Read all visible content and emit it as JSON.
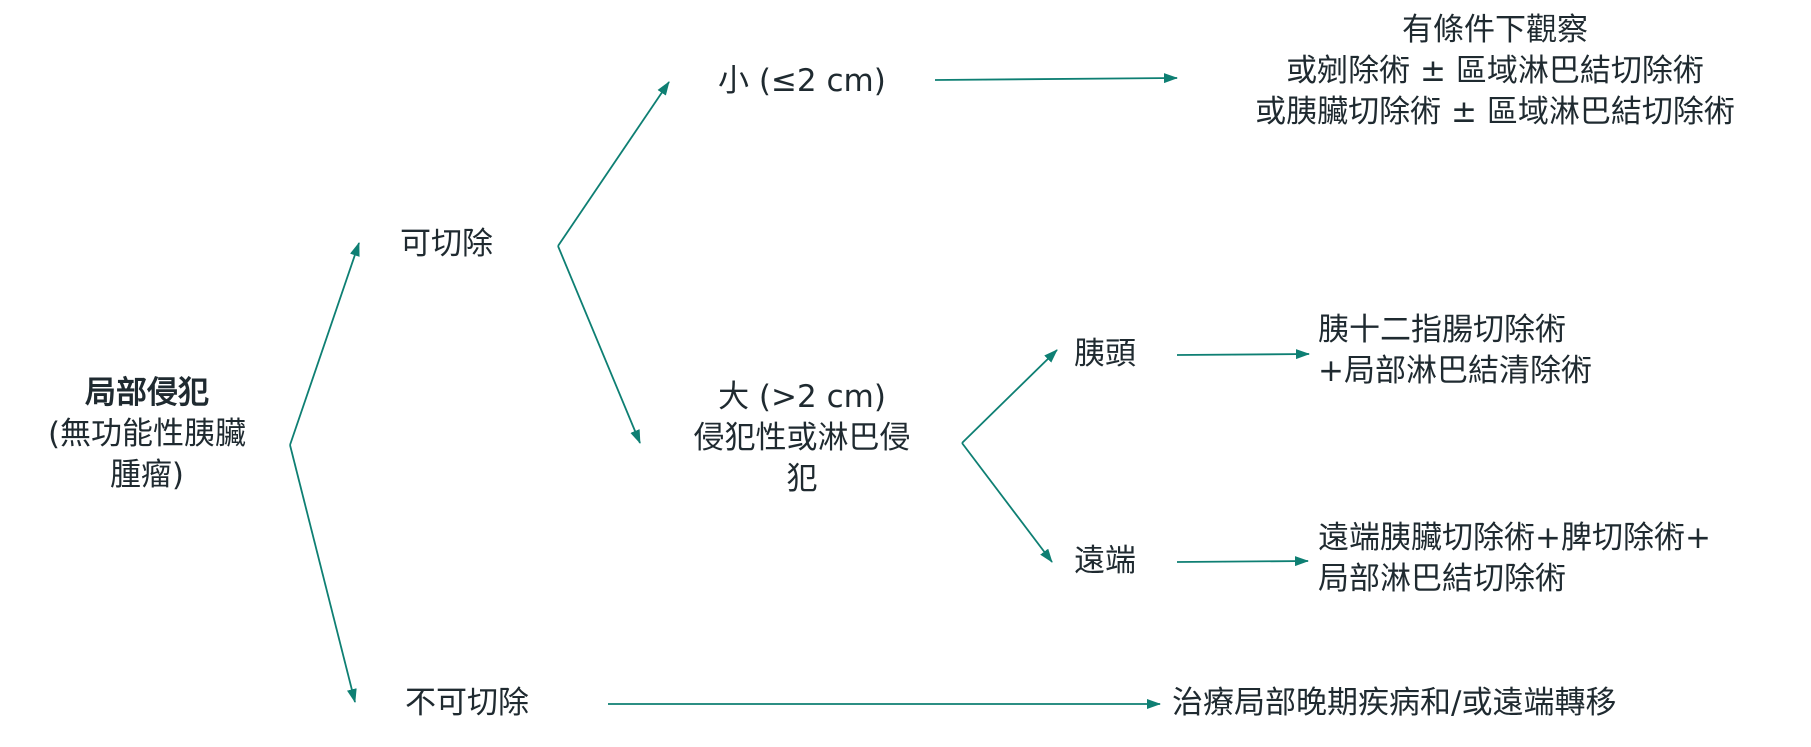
{
  "colors": {
    "arrow": "#0e7f73",
    "text": "#1f2a30",
    "background": "#ffffff"
  },
  "root": {
    "title": "局部侵犯",
    "subtitle_line1": "(無功能性胰臟",
    "subtitle_line2": "腫瘤)"
  },
  "resectable": {
    "label": "可切除"
  },
  "unresectable": {
    "label": "不可切除",
    "outcome": "治療局部晚期疾病和/或遠端轉移"
  },
  "small": {
    "label": "小 (≤2 cm)",
    "outcome_line1": "有條件下觀察",
    "outcome_line2": "或剜除術 ± 區域淋巴結切除術",
    "outcome_line3": "或胰臟切除術 ± 區域淋巴結切除術"
  },
  "large": {
    "line1": "大 (>2 cm)",
    "line2": "侵犯性或淋巴侵",
    "line3": "犯"
  },
  "head": {
    "label": "胰頭",
    "outcome_line1": "胰十二指腸切除術",
    "outcome_line2": "+局部淋巴結清除術"
  },
  "distal": {
    "label": "遠端",
    "outcome_line1": "遠端胰臟切除術+脾切除術+",
    "outcome_line2": "局部淋巴結切除術"
  }
}
